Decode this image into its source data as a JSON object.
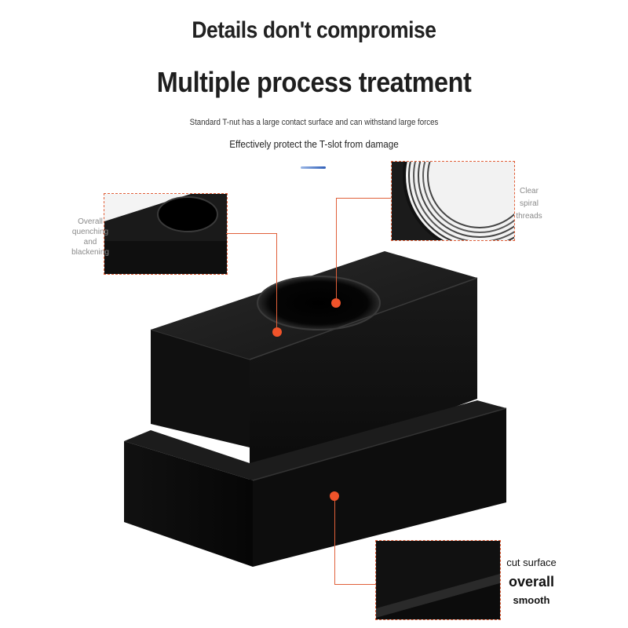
{
  "headline": "Details don't compromise",
  "title": "Multiple process treatment",
  "subtitle_1": "Standard T-nut has a large contact surface and can withstand large forces",
  "subtitle_2": "Effectively protect the T-slot from damage",
  "callouts": {
    "left": {
      "lines": [
        "Overall",
        "quenching",
        "and",
        "blackening"
      ]
    },
    "top_right": {
      "lines": [
        "Clear",
        "spiral",
        "threads"
      ]
    },
    "bottom_right": {
      "line1": "cut surface",
      "line2": "overall",
      "line3": "smooth"
    }
  },
  "colors": {
    "accent": "#f0532a",
    "dash_line": "#e0603a",
    "product": "#0d0d0d",
    "blue_accent": "#2f5fb8"
  },
  "icons": [
    "t-nut-product-illustration",
    "thread-closeup-illustration",
    "callout-dot"
  ]
}
